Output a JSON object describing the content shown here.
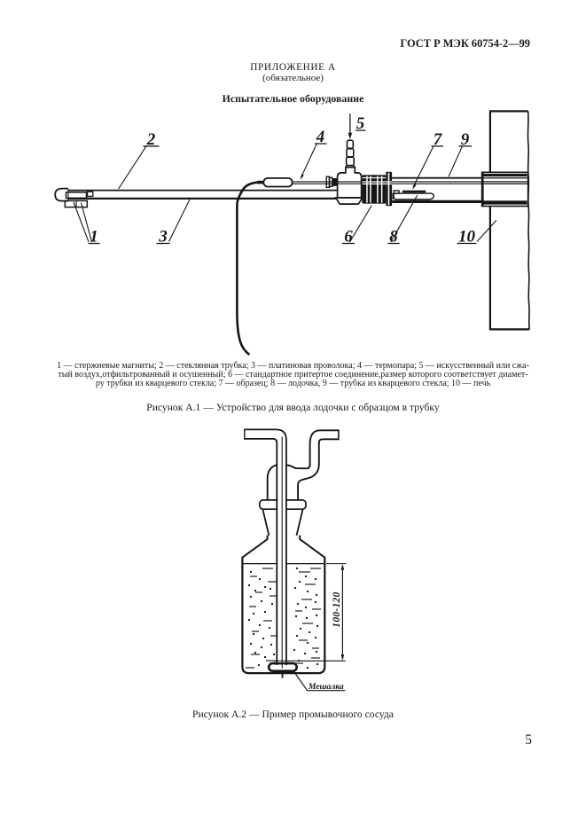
{
  "page": {
    "header": "ГОСТ Р МЭК 60754-2—99",
    "number": "5"
  },
  "appendix": {
    "title": "ПРИЛОЖЕНИЕ А",
    "subtitle": "(обязательное)",
    "section_title": "Испытательное оборудование"
  },
  "figure_a1": {
    "part_labels": [
      "1",
      "2",
      "3",
      "4",
      "5",
      "6",
      "7",
      "8",
      "9",
      "10"
    ],
    "legend_lines": [
      "1 — стержневые магниты; 2 — стеклянная трубка; 3 — платиновая проволока; 4 — термопара; 5 — искусственный или сжа-",
      "тый воздух,отфильтрованный и осушенный; 6 — стандартное притертое соединение,размер которого соответствует диамет-",
      "ру трубки из кварцевого стекла; 7 — образец; 8 — лодочка, 9 — трубка из кварцевого стекла; 10 — печь"
    ],
    "caption": "Рисунок А.1 — Устройство для ввода лодочки с образцом в трубку"
  },
  "figure_a2": {
    "dimension_label": "100-120",
    "stirrer_label": "Мешалка",
    "caption": "Рисунок А.2 — Пример промывочного сосуда"
  }
}
